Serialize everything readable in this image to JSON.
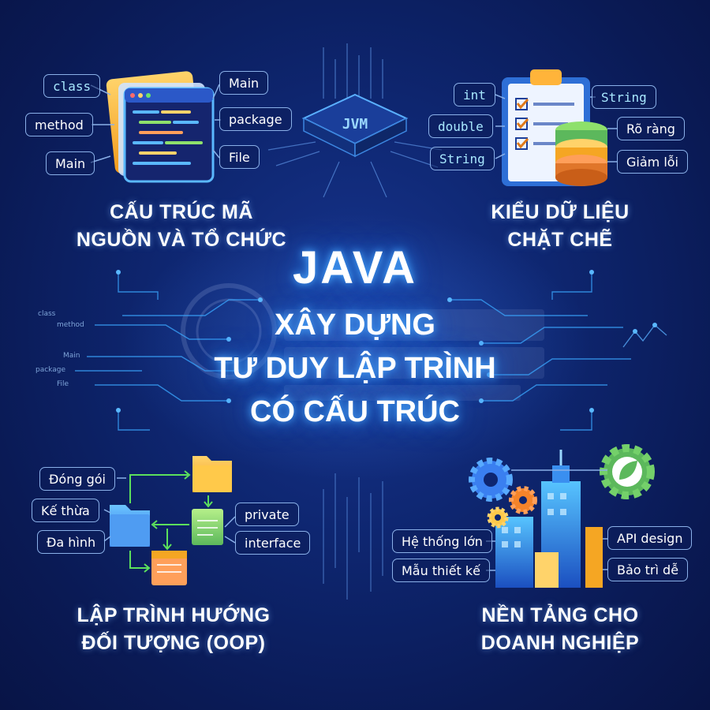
{
  "title": "JAVA",
  "subtitle_lines": [
    "XÂY DỰNG",
    "TƯ DUY LẬP TRÌNH",
    "CÓ CẤU TRÚC"
  ],
  "jvm_label": "JVM",
  "quadrants": {
    "top_left": {
      "title_lines": [
        "CẤU TRÚC MÃ",
        "NGUỒN VÀ TỔ CHỨC"
      ],
      "tags_left": [
        "class",
        "method",
        "Main"
      ],
      "tags_right": [
        "Main",
        "package",
        "File"
      ]
    },
    "top_right": {
      "title_lines": [
        "KIỂU DỮ LIỆU",
        "CHẶT CHẼ"
      ],
      "tags_left": [
        "int",
        "double",
        "String"
      ],
      "tags_right": [
        "String",
        "Rõ ràng",
        "Giảm lỗi"
      ]
    },
    "bottom_left": {
      "title_lines": [
        "LẬP TRÌNH HƯỚNG",
        "ĐỐI TƯỢNG (OOP)"
      ],
      "tags_left": [
        "Đóng gói",
        "Kế thừa",
        "Đa hình"
      ],
      "tags_right": [
        "private",
        "interface"
      ]
    },
    "bottom_right": {
      "title_lines": [
        "NỀN TẢNG CHO",
        "DOANH NGHIỆP"
      ],
      "tags_left": [
        "Hệ thống lớn",
        "Mẫu thiết kế"
      ],
      "tags_right": [
        "API design",
        "Bảo trì dễ"
      ]
    }
  },
  "circuit_labels": [
    "class",
    "method",
    "Main",
    "package",
    "File"
  ],
  "colors": {
    "background": "#0b1d5c",
    "accent": "#4aa8ff",
    "tag_border": "#8ab0e8",
    "folder": "#f5a623",
    "green": "#5cb85c"
  }
}
